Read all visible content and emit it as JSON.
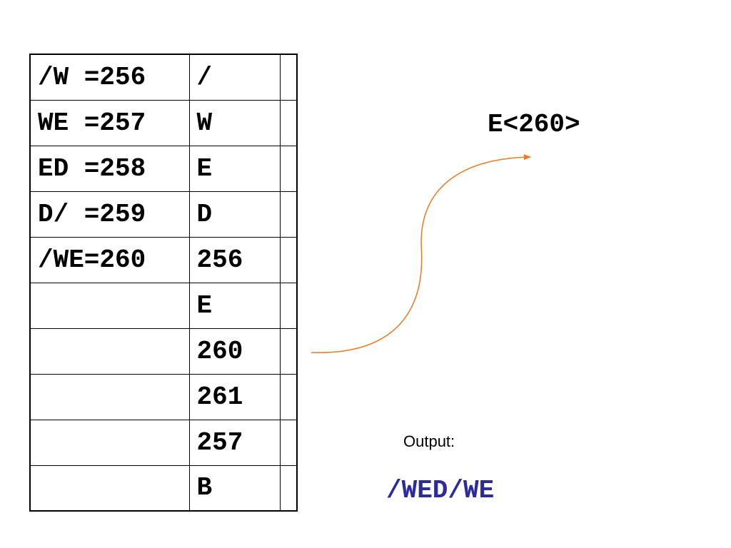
{
  "table": {
    "rows": [
      {
        "dict": "/W =256",
        "code": "/"
      },
      {
        "dict": "WE =257",
        "code": "W"
      },
      {
        "dict": "ED =258",
        "code": "E"
      },
      {
        "dict": "D/ =259",
        "code": "D"
      },
      {
        "dict": "/WE=260",
        "code": "256"
      },
      {
        "dict": "",
        "code": "E"
      },
      {
        "dict": "",
        "code": "260"
      },
      {
        "dict": "",
        "code": "261"
      },
      {
        "dict": "",
        "code": "257"
      },
      {
        "dict": "",
        "code": "B"
      }
    ]
  },
  "current": "E<260>",
  "output": {
    "label": "Output:",
    "value": "/WED/WE"
  },
  "colors": {
    "arrow": "#f07820",
    "output_text": "#2b2b9e"
  }
}
